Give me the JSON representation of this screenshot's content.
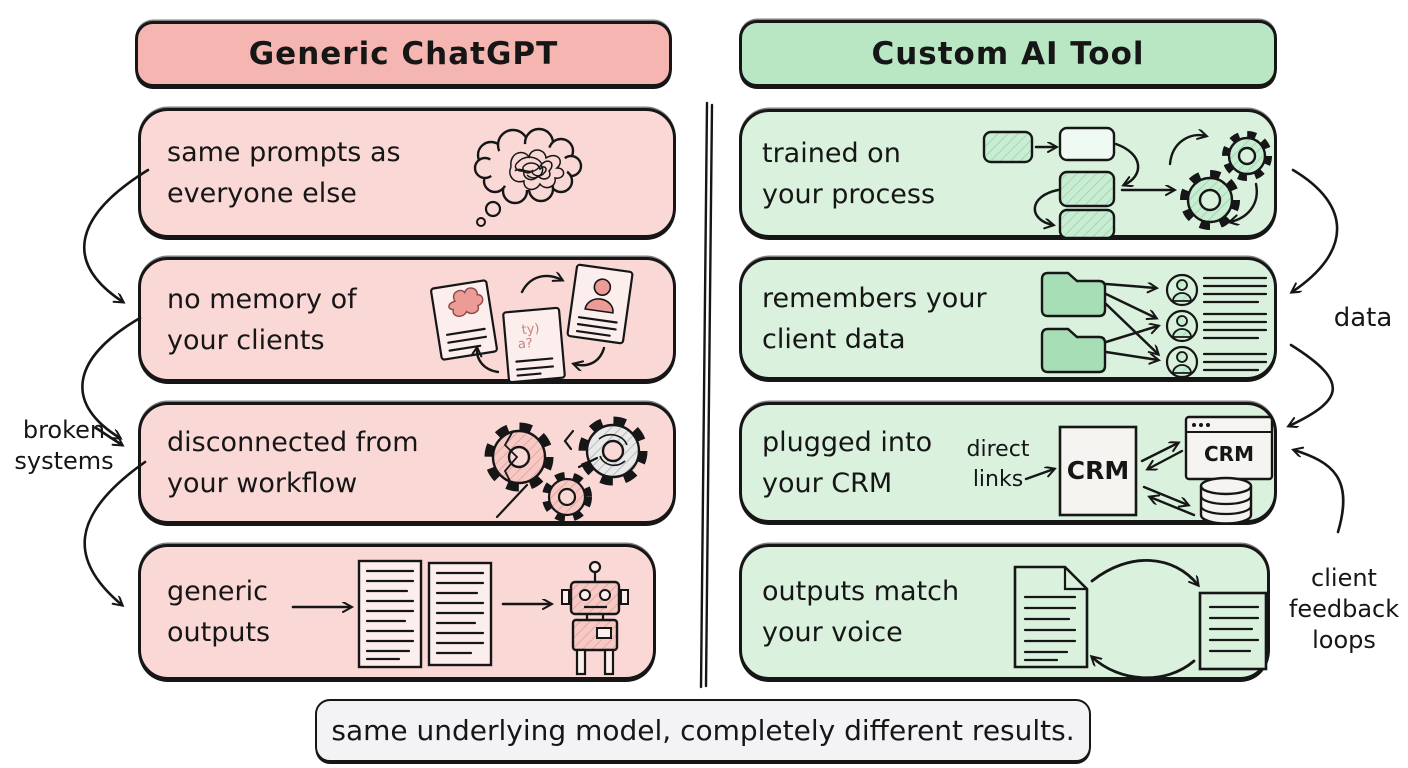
{
  "diagram": {
    "left": {
      "header": "Generic ChatGPT",
      "boxes": [
        {
          "line1": "same prompts as",
          "line2": "everyone else",
          "icon": "tangled-thought-cloud-icon"
        },
        {
          "line1": "no memory of",
          "line2": "your clients",
          "icon": "client-documents-cycle-icon"
        },
        {
          "line1": "disconnected from",
          "line2": "your workflow",
          "icon": "broken-gears-icon"
        },
        {
          "line1": "generic",
          "line2": "outputs",
          "icon": "documents-to-robot-icon"
        }
      ],
      "side_label": {
        "line1": "broken",
        "line2": "systems"
      }
    },
    "right": {
      "header": "Custom AI Tool",
      "boxes": [
        {
          "line1": "trained on",
          "line2": "your process",
          "icon": "process-flowchart-gears-icon"
        },
        {
          "line1": "remembers your",
          "line2": "client data",
          "icon": "folders-to-client-profiles-icon"
        },
        {
          "line1": "plugged into",
          "line2": "your CRM",
          "icon": "crm-integration-icon",
          "annotation": {
            "line1": "direct",
            "line2": "links"
          },
          "crm_doc_label": "CRM",
          "crm_window_label": "CRM"
        },
        {
          "line1": "outputs match",
          "line2": "your voice",
          "icon": "documents-feedback-loop-icon"
        }
      ],
      "side_labels": {
        "data": "data",
        "feedback": {
          "line1": "client",
          "line2": "feedback",
          "line3": "loops"
        }
      }
    },
    "footer": "same underlying model, completely different results.",
    "colors": {
      "pink_header": "#f5b5b1",
      "pink_body": "#f9d8d6",
      "green_header": "#b9e6c3",
      "green_body": "#d9f1dd",
      "accent_pink": "#ec9b96",
      "folder_green": "#a8deb5",
      "ink": "#161616",
      "footer_bg": "#f3f3f5"
    }
  }
}
